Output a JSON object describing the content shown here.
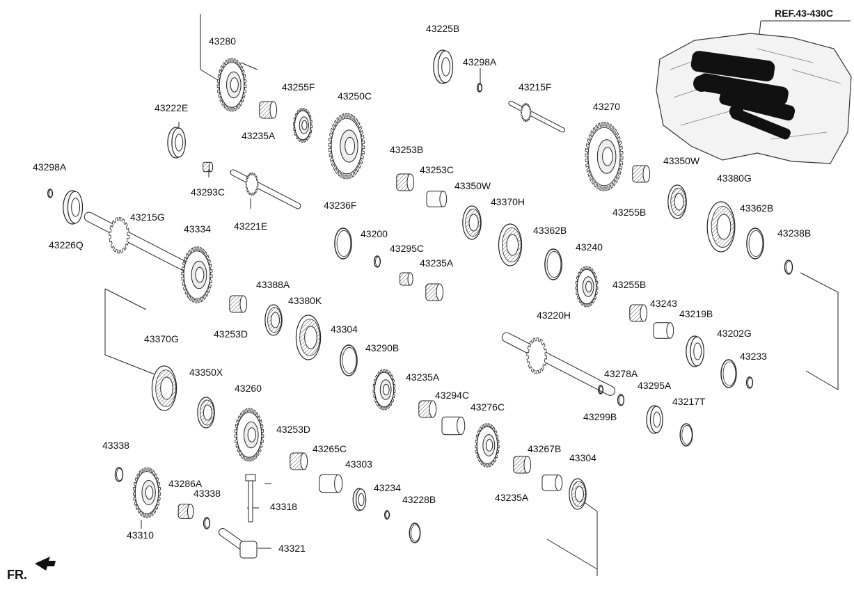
{
  "reference_label": "REF.43-430C",
  "front_marker_label": "FR.",
  "parts": [
    {
      "id": "43280",
      "type": "gear"
    },
    {
      "id": "43225B",
      "type": "bearing"
    },
    {
      "id": "43298A",
      "type": "ring"
    },
    {
      "id": "43255F",
      "type": "spur"
    },
    {
      "id": "43250C",
      "type": "gear"
    },
    {
      "id": "43215F",
      "type": "shaft"
    },
    {
      "id": "43222E",
      "type": "bearing"
    },
    {
      "id": "43235A",
      "type": "needle"
    },
    {
      "id": "43270",
      "type": "gear"
    },
    {
      "id": "43253B",
      "type": "needle"
    },
    {
      "id": "43253C",
      "type": "sleeve"
    },
    {
      "id": "43298A",
      "type": "ring"
    },
    {
      "id": "43293C",
      "type": "needle"
    },
    {
      "id": "43350W",
      "type": "synchro"
    },
    {
      "id": "43380G",
      "type": "hub"
    },
    {
      "id": "43350W",
      "type": "synchro"
    },
    {
      "id": "43236F",
      "type": "thrust"
    },
    {
      "id": "43370H",
      "type": "hub"
    },
    {
      "id": "43255B",
      "type": "needle"
    },
    {
      "id": "43215G",
      "type": "shaft"
    },
    {
      "id": "43221E",
      "type": "shaft"
    },
    {
      "id": "43362B",
      "type": "ring"
    },
    {
      "id": "43238B",
      "type": "ring"
    },
    {
      "id": "43226Q",
      "type": "bearing"
    },
    {
      "id": "43200",
      "type": "ring"
    },
    {
      "id": "43334",
      "type": "gear"
    },
    {
      "id": "43295C",
      "type": "needle"
    },
    {
      "id": "43240",
      "type": "gear"
    },
    {
      "id": "43362B",
      "type": "ring"
    },
    {
      "id": "43235A",
      "type": "needle"
    },
    {
      "id": "43388A",
      "type": "synchro"
    },
    {
      "id": "43380K",
      "type": "hub"
    },
    {
      "id": "43255B",
      "type": "needle"
    },
    {
      "id": "43243",
      "type": "sleeve"
    },
    {
      "id": "43220H",
      "type": "shaft"
    },
    {
      "id": "43219B",
      "type": "bearing"
    },
    {
      "id": "43253D",
      "type": "needle"
    },
    {
      "id": "43304",
      "type": "ring"
    },
    {
      "id": "43202G",
      "type": "ring"
    },
    {
      "id": "43290B",
      "type": "gear"
    },
    {
      "id": "43370G",
      "type": "hub"
    },
    {
      "id": "43233",
      "type": "ring"
    },
    {
      "id": "43235A",
      "type": "needle"
    },
    {
      "id": "43350X",
      "type": "synchro"
    },
    {
      "id": "43278A",
      "type": "ring"
    },
    {
      "id": "43294C",
      "type": "sleeve"
    },
    {
      "id": "43260",
      "type": "gear"
    },
    {
      "id": "43295A",
      "type": "bearing"
    },
    {
      "id": "43299B",
      "type": "ring"
    },
    {
      "id": "43276C",
      "type": "gear"
    },
    {
      "id": "43217T",
      "type": "ring"
    },
    {
      "id": "43253D",
      "type": "needle"
    },
    {
      "id": "43338",
      "type": "ring"
    },
    {
      "id": "43265C",
      "type": "sleeve"
    },
    {
      "id": "43267B",
      "type": "sleeve"
    },
    {
      "id": "43304",
      "type": "synchro"
    },
    {
      "id": "43303",
      "type": "bearing"
    },
    {
      "id": "43286A",
      "type": "needle"
    },
    {
      "id": "43234",
      "type": "ring"
    },
    {
      "id": "43228B",
      "type": "ring"
    },
    {
      "id": "43338",
      "type": "ring"
    },
    {
      "id": "43235A",
      "type": "needle"
    },
    {
      "id": "43318",
      "type": "bolt"
    },
    {
      "id": "43310",
      "type": "gear"
    },
    {
      "id": "43321",
      "type": "shaft_short"
    }
  ]
}
